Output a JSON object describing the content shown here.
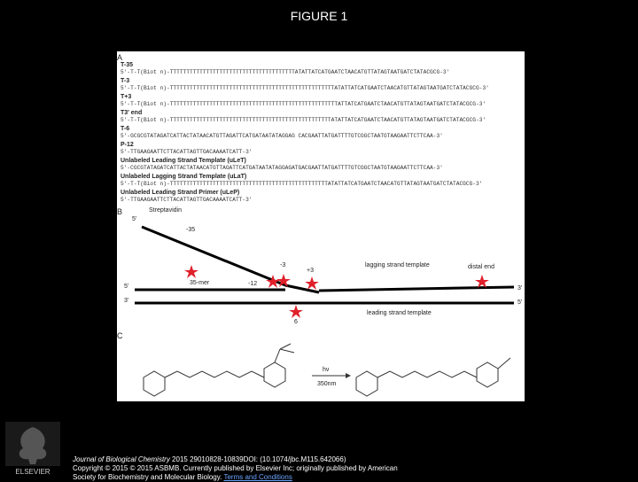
{
  "title": "FIGURE 1",
  "panel_a": {
    "letter": "A",
    "rows": [
      {
        "header": "T-35",
        "seq": "5'-T-T(Biot n)-TTTTTTTTTTTTTTTTTTTTTTTTTTTTTTTTTTTTTTATATTATCATGAATCTAACATGTTATAGTAATGATCTATACGCG-3'"
      },
      {
        "header": "T-3",
        "seq": "5'-T-T(Biot n)-TTTTTTTTTTTTTTTTTTTTTTTTTTTTTTTTTTTTTTTTTTTTTTTTTTATATTATCATGAATCTAACATGTTATAGTAATGATCTATACGCG-3'"
      },
      {
        "header": "T+3",
        "seq": "5'-T-T(Biot n)-TTTTTTTTTTTTTTTTTTTTTTTTTTTTTTTTTTTTTTTTTTTTTTTTTTTATTATCATGAATCTAACATGTTATAGTAATGATCTATACGCG-3'"
      },
      {
        "header": "T3' end",
        "seq": "5'-T-T(Biot n)-TTTTTTTTTTTTTTTTTTTTTTTTTTTTTTTTTTTTTTTTTTTTTTTTTATATTATCATGAATCTAACATGTTATAGTAATGATCTATACGCG-3'"
      },
      {
        "header": "T-6",
        "seq": "5'-GCGCGTATAGATCATTACTATAACATGTTAGATTCATGATAATATAGGAG CACGAATTATGATTTTGTCGGCTAATGTAAGAATTCTTCAA-3'"
      },
      {
        "header": "P-12",
        "seq": "5'-TTGAAGAATTCTTACATTAGTTGACAAAATCATT-3'"
      },
      {
        "header": "Unlabeled Leading Strand Template (uLeT)",
        "seq": "5'-CGCGTATAGATCATTACTATAACATGTTAGATTCATGATAATATAGGAGATGACGAATTATGATTTTGTCGGCTAATGTAAGAATTCTTCAA-3'"
      },
      {
        "header": "Unlabeled Lagging Strand Template (uLaT)",
        "seq": "5'-T-T(Biot n)-TTTTTTTTTTTTTTTTTTTTTTTTTTTTTTTTTTTTTTTTTTTTTTTTATATTATCATGAATCTAACATGTTATAGTAATGATCTATACGCG-3'"
      },
      {
        "header": "Unlabeled Leading Strand Primer (uLeP)",
        "seq": "5'-TTGAAGAATTCTTACATTAGTTGACAAAATCATT-3'"
      }
    ]
  },
  "panel_b": {
    "letter": "B",
    "streptavidin": "Streptavidin",
    "five_prime": "5'",
    "three_prime": "3'",
    "five_prime_right": "5'",
    "m35": "-35",
    "m3": "-3",
    "p3": "+3",
    "m12": "-12",
    "six": "6",
    "thirtyfive_mer": "35-mer",
    "lagging": "lagging strand template",
    "leading": "leading strand template",
    "distal": "distal end"
  },
  "panel_c": {
    "letter": "C",
    "hv": "hν",
    "nm": "350nm"
  },
  "footer": {
    "journal": "Journal of Biological Chemistry",
    "citation": " 2015 29010828-10839DOI: (10.1074/jbc.M115.642066)",
    "copyright": "Copyright © 2015 © 2015 ASBMB. Currently published by Elsevier Inc; originally published by American",
    "society": "Society for Biochemistry and Molecular Biology.",
    "terms": "Terms and Conditions"
  },
  "logo_text": "ELSEVIER",
  "colors": {
    "star": "#e0202a",
    "circle": "#d22222"
  }
}
